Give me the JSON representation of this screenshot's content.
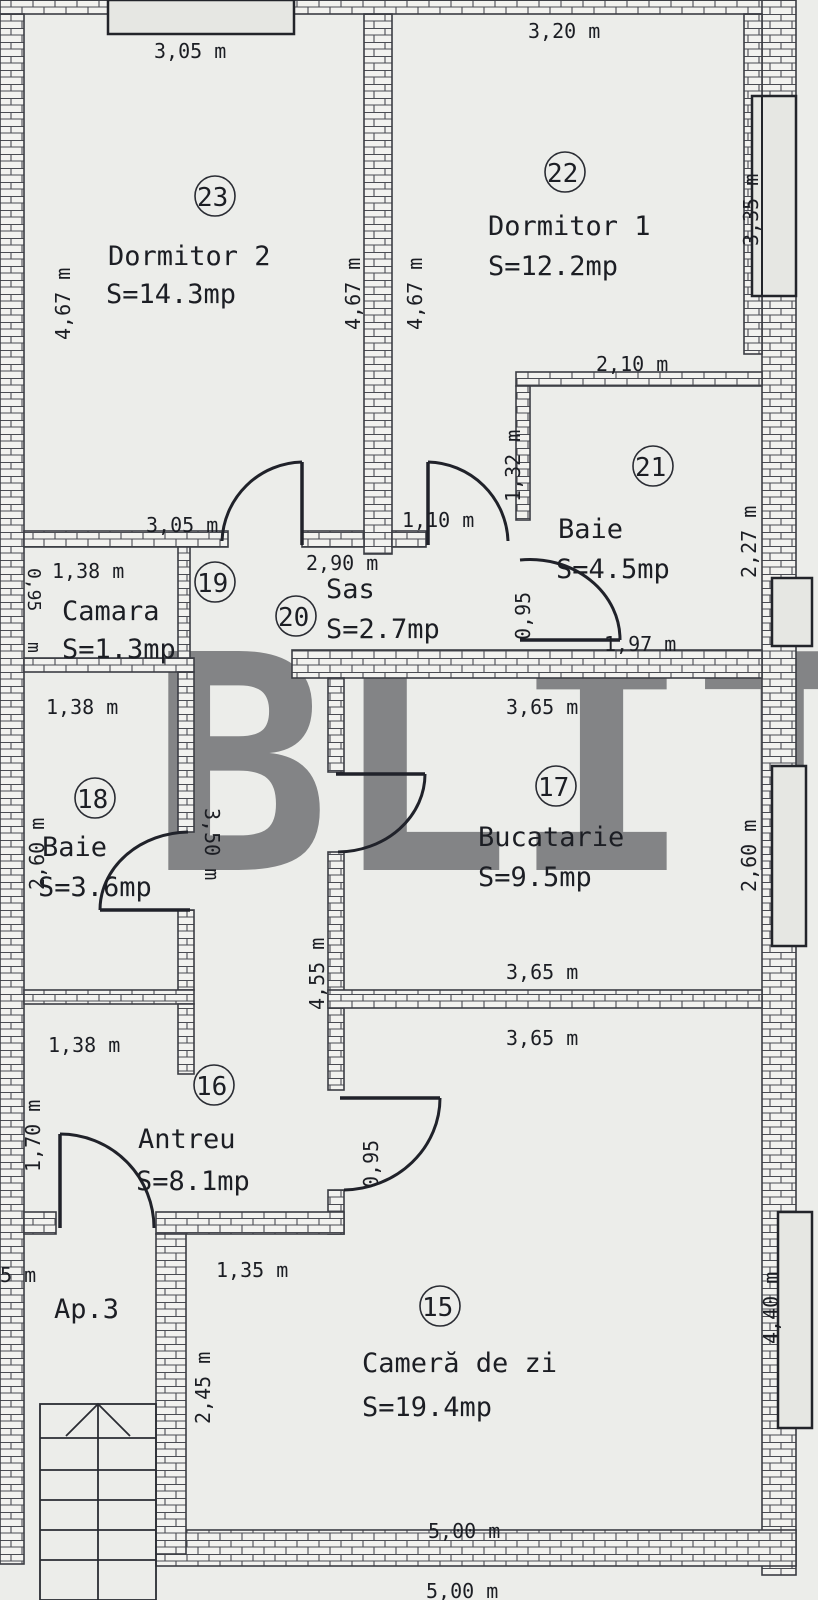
{
  "watermark": "BLITZ",
  "rooms": [
    {
      "number": "23",
      "name": "Dormitor 2",
      "area": "S=14.3mp"
    },
    {
      "number": "22",
      "name": "Dormitor 1",
      "area": "S=12.2mp"
    },
    {
      "number": "21",
      "name": "Baie",
      "area": "S=4.5mp"
    },
    {
      "number": "20",
      "name": "Sas",
      "area": "S=2.7mp"
    },
    {
      "number": "19",
      "name": "Camara",
      "area": "S=1.3mp"
    },
    {
      "number": "18",
      "name": "Baie",
      "area": "S=3.6mp"
    },
    {
      "number": "17",
      "name": "Bucatarie",
      "area": "S=9.5mp"
    },
    {
      "number": "16",
      "name": "Antreu",
      "area": "S=8.1mp"
    },
    {
      "number": "15",
      "name": "Cameră de zi",
      "area": "S=19.4mp"
    }
  ],
  "apartment_label": "Ap.3",
  "dimensions": {
    "d23_top": "3,05 m",
    "d22_top": "3,20 m",
    "d23_left": "4,67 m",
    "d23_right": "4,67 m",
    "d22_left": "4,67 m",
    "d22_right": "3,35 m",
    "d23_bottom": "3,05 m",
    "d_sas_top": "1,10 m",
    "d21_top": "2,10 m",
    "d21_left": "1,32 m",
    "d21_right": "2,27 m",
    "d21_bottom": "1,97 m",
    "d21_door": "0,95",
    "d19_top": "1,38 m",
    "d19_side": "0,95",
    "d19_left_m": "m",
    "d20_width": "2,90 m",
    "d18_top": "1,38 m",
    "d18_left": "2,60 m",
    "d18_right": "3,50 m",
    "d17_top": "3,65 m",
    "d17_right": "2,60 m",
    "d17_bottom": "3,65 m",
    "d_hall": "4,55 m",
    "d16_top": "1,38 m",
    "d16_left": "1,70 m",
    "d16_door": "0,95",
    "d16_bottom": "1,35 m",
    "d_left_cut": "5 m",
    "d15_top": "3,65 m",
    "d15_right": "4,40 m",
    "d15_left": "2,45 m",
    "d15_bottom": "5,00 m",
    "d15_bottom_outer": "5,00 m"
  },
  "colors": {
    "paper": "#ecedea",
    "ink": "#1c1e24"
  }
}
